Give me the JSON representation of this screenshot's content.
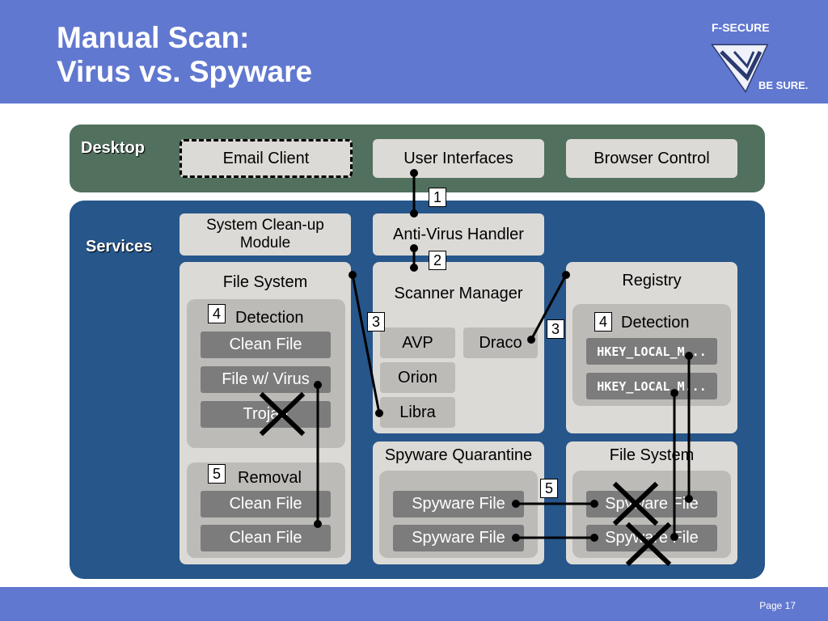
{
  "title_line1": "Manual Scan:",
  "title_line2": "Virus vs. Spyware",
  "logo": {
    "brand": "F-SECURE",
    "tagline": "BE SURE."
  },
  "page_label": "Page 17",
  "desktop": {
    "label": "Desktop",
    "email_client": "Email Client",
    "user_interfaces": "User Interfaces",
    "browser_control": "Browser Control"
  },
  "services": {
    "label": "Services",
    "cleanup_module": "System Clean-up Module",
    "av_handler": "Anti-Virus Handler",
    "file_system": {
      "title": "File System",
      "detection": "Detection",
      "detection_items": [
        "Clean File",
        "File w/ Virus",
        "Trojan"
      ],
      "removal": "Removal",
      "removal_items": [
        "Clean File",
        "Clean File"
      ]
    },
    "scanner": {
      "title": "Scanner Manager",
      "engines": [
        "AVP",
        "Draco",
        "Orion",
        "Libra"
      ]
    },
    "registry": {
      "title": "Registry",
      "detection": "Detection",
      "keys": [
        "HKEY_LOCAL_M...",
        "HKEY_LOCAL_M..."
      ]
    },
    "quarantine": {
      "title": "Spyware Quarantine",
      "items": [
        "Spyware File",
        "Spyware File"
      ]
    },
    "fs2": {
      "title": "File System",
      "items": [
        "Spyware File",
        "Spyware File"
      ]
    }
  },
  "steps": [
    "1",
    "2",
    "3",
    "3",
    "4",
    "4",
    "5",
    "5"
  ],
  "colors": {
    "header": "#6178d0",
    "desktop_band": "#51705e",
    "services_band": "#26568a",
    "box": "#dcdad6",
    "pill": "#7c7c7c"
  }
}
